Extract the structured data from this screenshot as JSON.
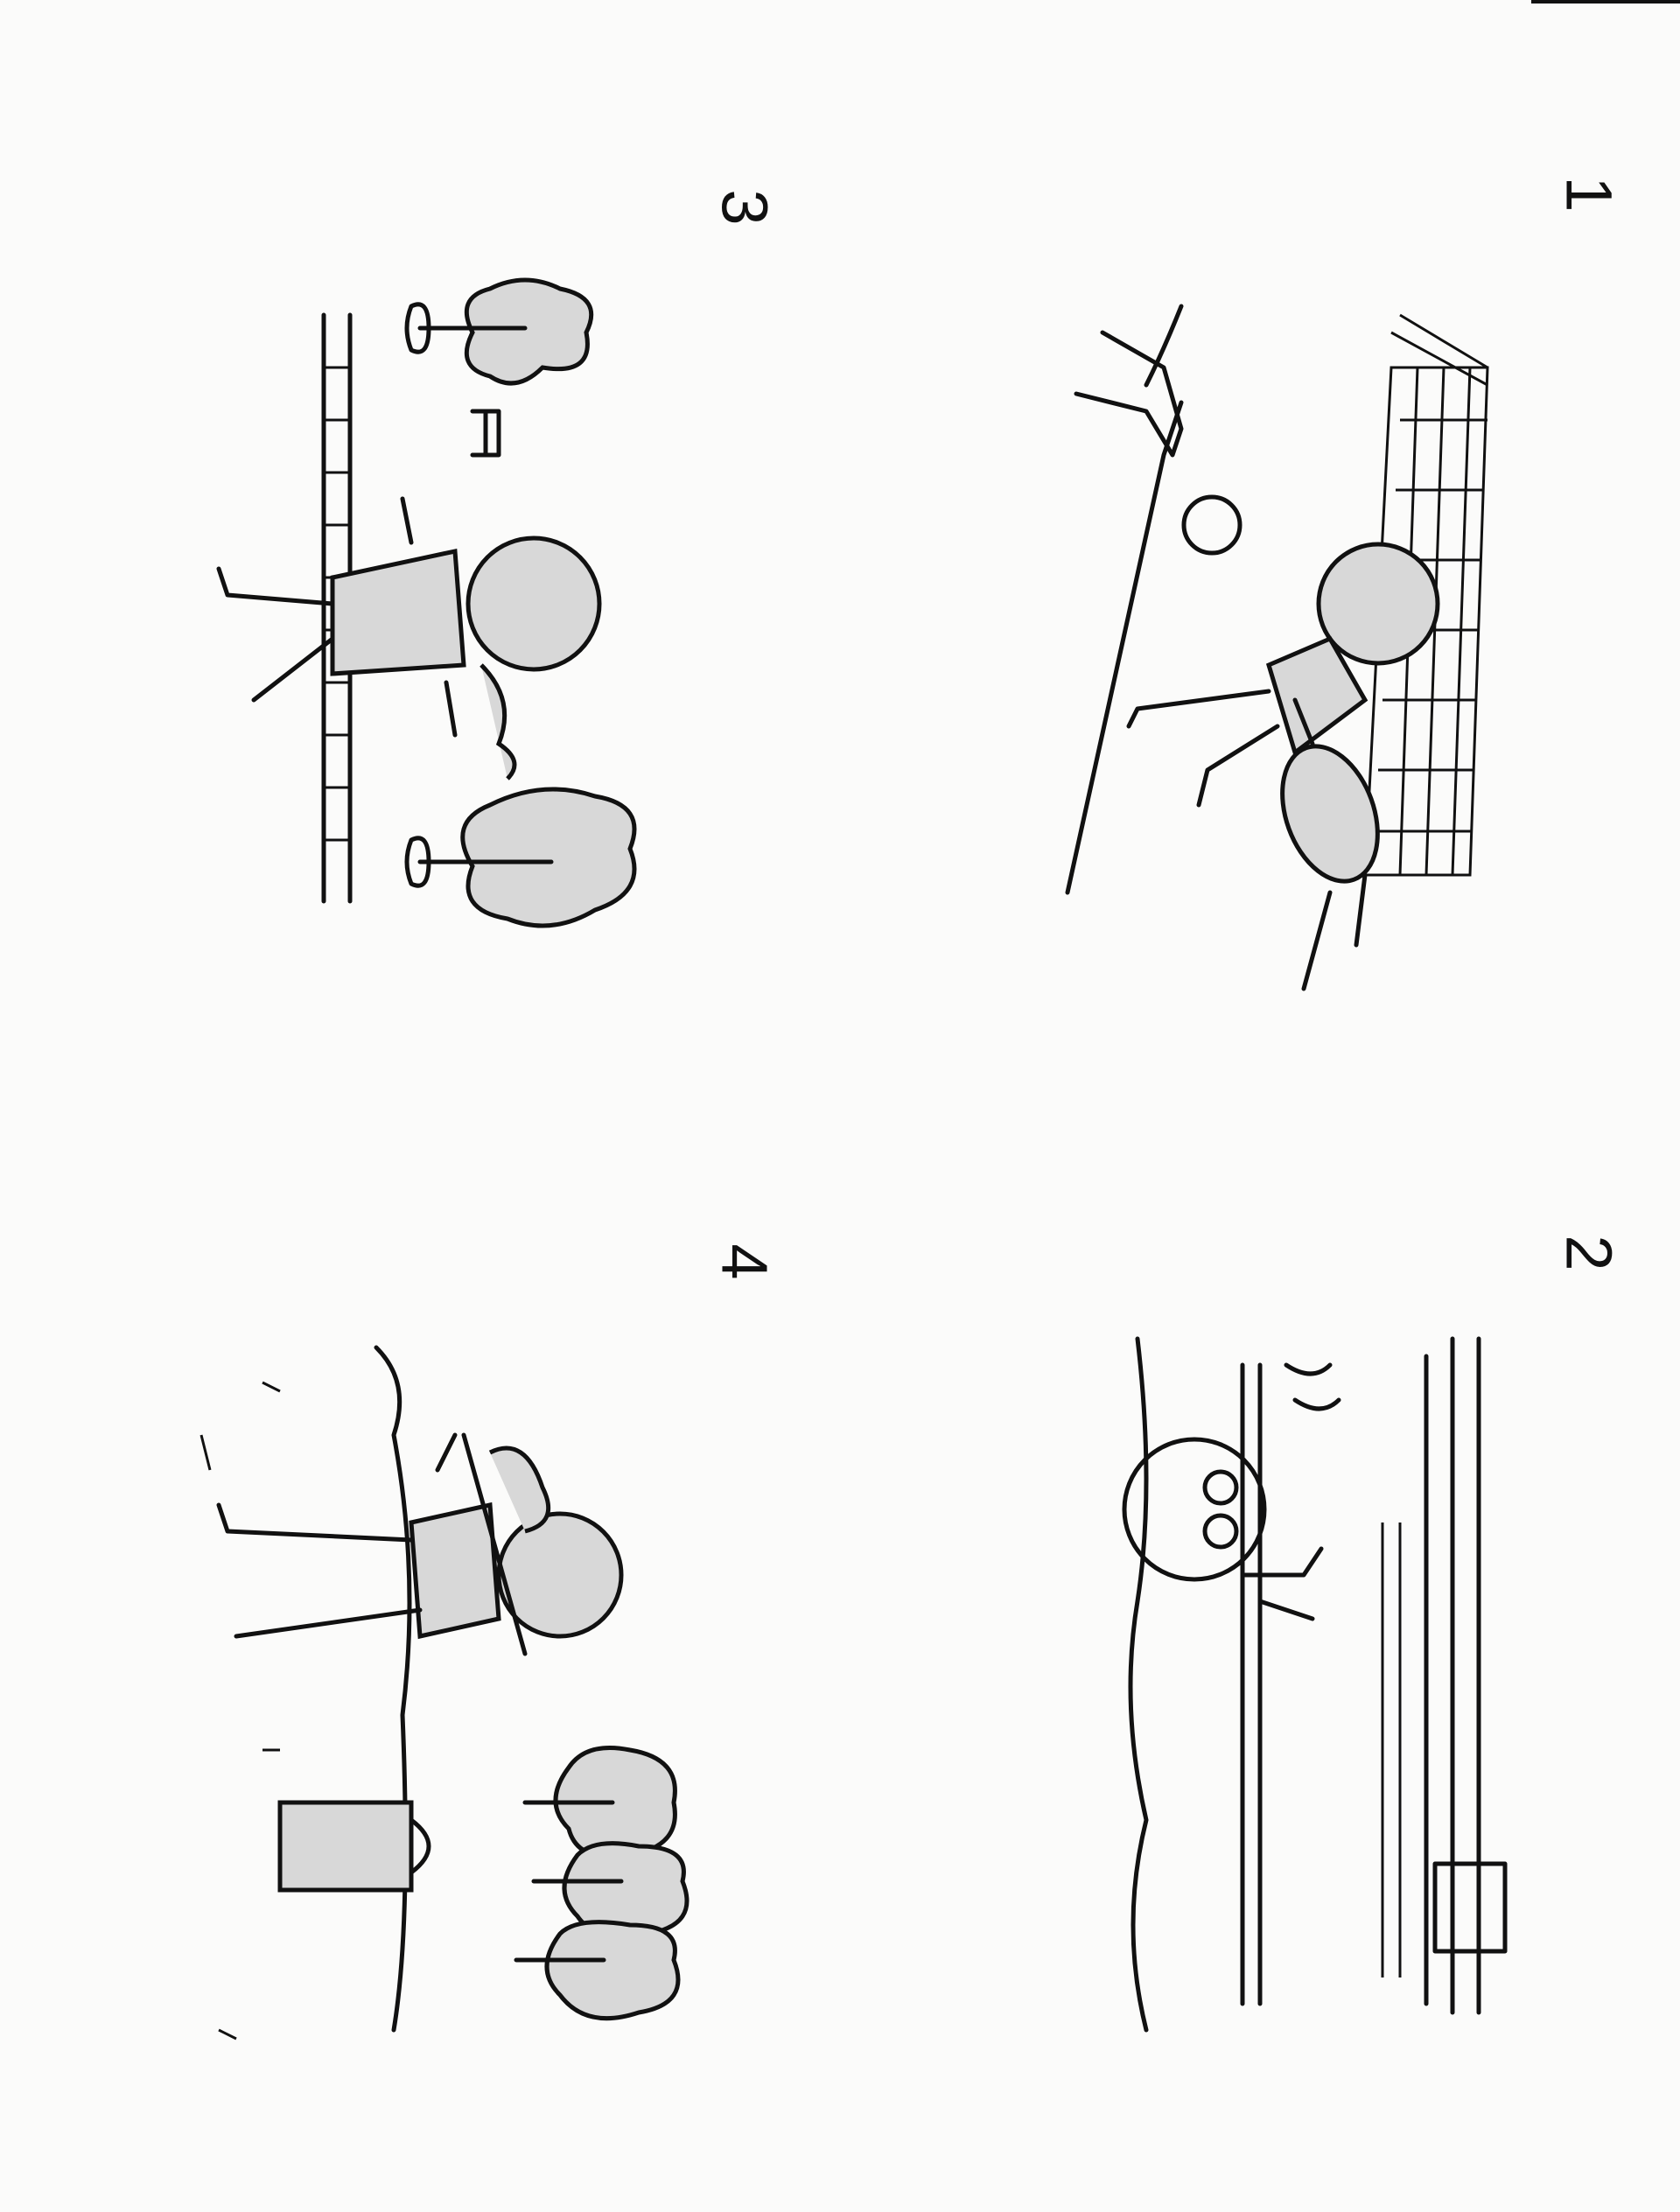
{
  "panels": [
    {
      "number": "1",
      "activity": "tennis"
    },
    {
      "number": "2",
      "activity": "swimming"
    },
    {
      "number": "3",
      "activity": "walking"
    },
    {
      "number": "4",
      "activity": "golf"
    }
  ]
}
